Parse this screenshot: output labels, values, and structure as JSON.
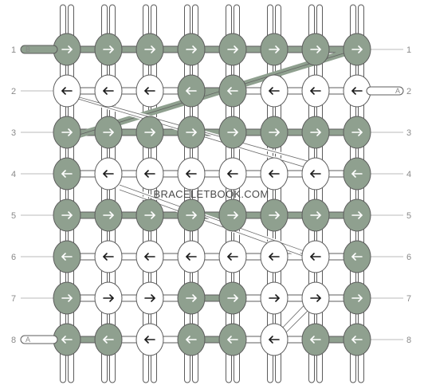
{
  "watermark": "BRACELETBOOK.COM",
  "colors": {
    "A": "#ffffff",
    "B": "#8fa08f",
    "outline": "#5c5c5c",
    "row_line": "#bbbbbb"
  },
  "row_labels": [
    "1",
    "2",
    "3",
    "4",
    "5",
    "6",
    "7",
    "8"
  ],
  "left_tags": [
    {
      "row": 1,
      "label": "B",
      "color": "B"
    },
    {
      "row": 8,
      "label": "A",
      "color": "A"
    }
  ],
  "right_tags": [
    {
      "row": 2,
      "label": "A",
      "color": "A"
    }
  ],
  "knot_rows": [
    {
      "row": 1,
      "knots": [
        {
          "c": "B",
          "d": "right"
        },
        {
          "c": "B",
          "d": "right"
        },
        {
          "c": "B",
          "d": "right"
        },
        {
          "c": "B",
          "d": "right"
        },
        {
          "c": "B",
          "d": "right"
        },
        {
          "c": "B",
          "d": "right"
        },
        {
          "c": "B",
          "d": "right"
        },
        {
          "c": "B",
          "d": "right"
        }
      ]
    },
    {
      "row": 2,
      "knots": [
        {
          "c": "A",
          "d": "left"
        },
        {
          "c": "A",
          "d": "left"
        },
        {
          "c": "A",
          "d": "left"
        },
        {
          "c": "B",
          "d": "left"
        },
        {
          "c": "B",
          "d": "left"
        },
        {
          "c": "A",
          "d": "left"
        },
        {
          "c": "A",
          "d": "left"
        },
        {
          "c": "A",
          "d": "left"
        }
      ]
    },
    {
      "row": 3,
      "knots": [
        {
          "c": "B",
          "d": "right"
        },
        {
          "c": "B",
          "d": "right"
        },
        {
          "c": "B",
          "d": "right"
        },
        {
          "c": "B",
          "d": "right"
        },
        {
          "c": "B",
          "d": "right"
        },
        {
          "c": "B",
          "d": "right"
        },
        {
          "c": "B",
          "d": "right"
        },
        {
          "c": "B",
          "d": "right"
        }
      ]
    },
    {
      "row": 4,
      "knots": [
        {
          "c": "B",
          "d": "left"
        },
        {
          "c": "A",
          "d": "left"
        },
        {
          "c": "A",
          "d": "left"
        },
        {
          "c": "A",
          "d": "left"
        },
        {
          "c": "A",
          "d": "left"
        },
        {
          "c": "A",
          "d": "left"
        },
        {
          "c": "A",
          "d": "left"
        },
        {
          "c": "B",
          "d": "left"
        }
      ]
    },
    {
      "row": 5,
      "knots": [
        {
          "c": "B",
          "d": "right"
        },
        {
          "c": "B",
          "d": "right"
        },
        {
          "c": "B",
          "d": "right"
        },
        {
          "c": "B",
          "d": "right"
        },
        {
          "c": "B",
          "d": "right"
        },
        {
          "c": "B",
          "d": "right"
        },
        {
          "c": "B",
          "d": "right"
        },
        {
          "c": "B",
          "d": "right"
        }
      ]
    },
    {
      "row": 6,
      "knots": [
        {
          "c": "B",
          "d": "left"
        },
        {
          "c": "A",
          "d": "left"
        },
        {
          "c": "A",
          "d": "left"
        },
        {
          "c": "A",
          "d": "left"
        },
        {
          "c": "A",
          "d": "left"
        },
        {
          "c": "A",
          "d": "left"
        },
        {
          "c": "A",
          "d": "left"
        },
        {
          "c": "B",
          "d": "left"
        }
      ]
    },
    {
      "row": 7,
      "knots": [
        {
          "c": "B",
          "d": "right"
        },
        {
          "c": "A",
          "d": "right"
        },
        {
          "c": "A",
          "d": "right"
        },
        {
          "c": "B",
          "d": "right"
        },
        {
          "c": "B",
          "d": "right"
        },
        {
          "c": "A",
          "d": "right"
        },
        {
          "c": "A",
          "d": "right"
        },
        {
          "c": "B",
          "d": "right"
        }
      ]
    },
    {
      "row": 8,
      "knots": [
        {
          "c": "B",
          "d": "left"
        },
        {
          "c": "B",
          "d": "left"
        },
        {
          "c": "A",
          "d": "left"
        },
        {
          "c": "B",
          "d": "left"
        },
        {
          "c": "B",
          "d": "left"
        },
        {
          "c": "A",
          "d": "left"
        },
        {
          "c": "B",
          "d": "left"
        },
        {
          "c": "B",
          "d": "left"
        }
      ]
    }
  ]
}
